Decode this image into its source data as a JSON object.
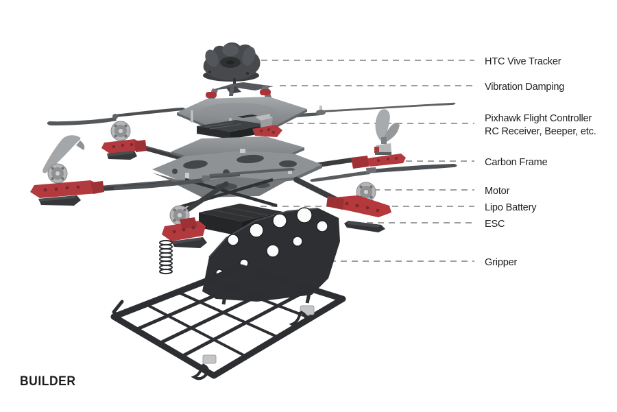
{
  "page": {
    "background": "#ffffff",
    "brand": "BUILDER"
  },
  "diagram": {
    "type": "exploded-view",
    "subject": "hexacopter drone with gripper",
    "leader_line_color": "#9d9d9d",
    "labels": [
      {
        "id": "htc-vive-tracker",
        "lines": [
          "HTC Vive Tracker"
        ]
      },
      {
        "id": "vibration-damping",
        "lines": [
          "Vibration Damping"
        ]
      },
      {
        "id": "pixhawk",
        "lines": [
          "Pixhawk Flight Controller",
          "RC Receiver, Beeper, etc."
        ]
      },
      {
        "id": "carbon-frame",
        "lines": [
          "Carbon Frame"
        ]
      },
      {
        "id": "motor",
        "lines": [
          "Motor"
        ]
      },
      {
        "id": "lipo-battery",
        "lines": [
          "Lipo Battery"
        ]
      },
      {
        "id": "esc",
        "lines": [
          "ESC"
        ]
      },
      {
        "id": "gripper",
        "lines": [
          "Gripper"
        ]
      }
    ],
    "colors": {
      "accent_red": "#b23a3e",
      "carbon_dark": "#3a3c3e",
      "plate_gray": "#8f9295",
      "metal_silver": "#bfc1c3",
      "frame_black": "#2c2e31"
    }
  }
}
